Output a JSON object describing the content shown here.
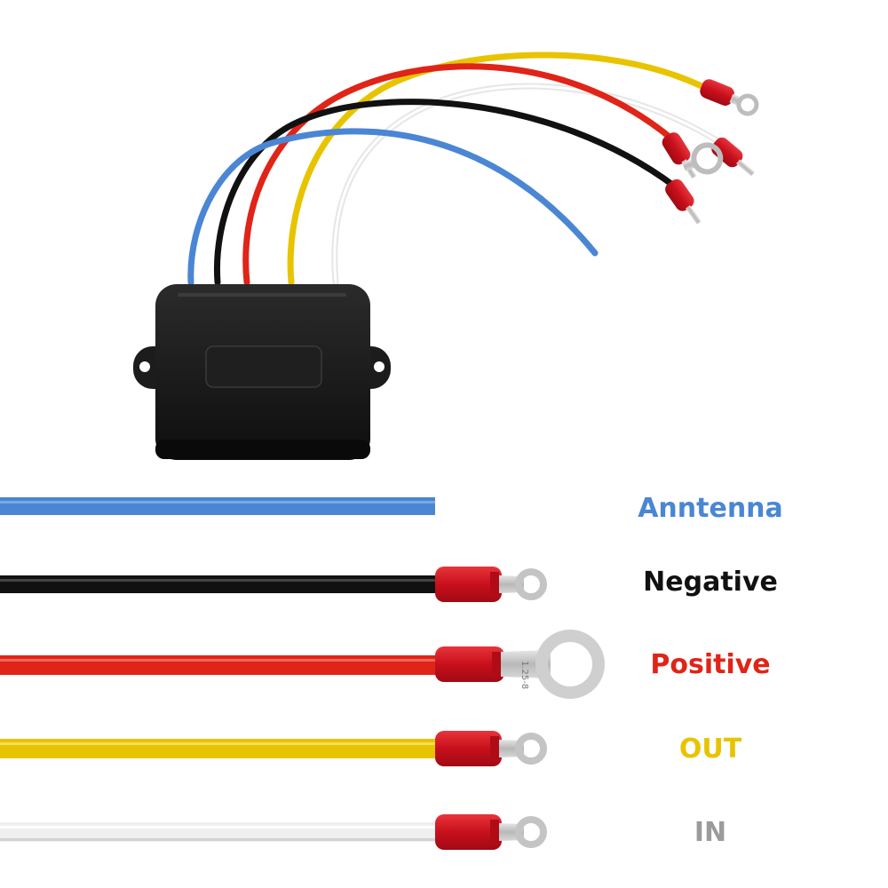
{
  "wires": [
    {
      "key": "antenna",
      "label": "Anntenna",
      "color": "#4a86d4"
    },
    {
      "key": "negative",
      "label": "Negative",
      "color": "#111111"
    },
    {
      "key": "positive",
      "label": "Positive",
      "color": "#e02418"
    },
    {
      "key": "out",
      "label": "OUT",
      "color": "#e8c400"
    },
    {
      "key": "in",
      "label": "IN",
      "color": "#9b9b9b"
    }
  ],
  "terminals": [
    {
      "wire": "negative",
      "stamp": ""
    },
    {
      "wire": "positive",
      "stamp": "1.25-8"
    },
    {
      "wire": "out",
      "stamp": ""
    },
    {
      "wire": "in",
      "stamp": ""
    }
  ],
  "colors": {
    "background": "#ffffff",
    "connector_red": "#d0121f",
    "box_black": "#1a1a1a",
    "white_wire": "#f2f2f2",
    "terminal_metal": "#c9c9c9"
  },
  "image": {
    "subject": "wireless winch remote receiver module with five color-coded wires and ring terminals"
  }
}
